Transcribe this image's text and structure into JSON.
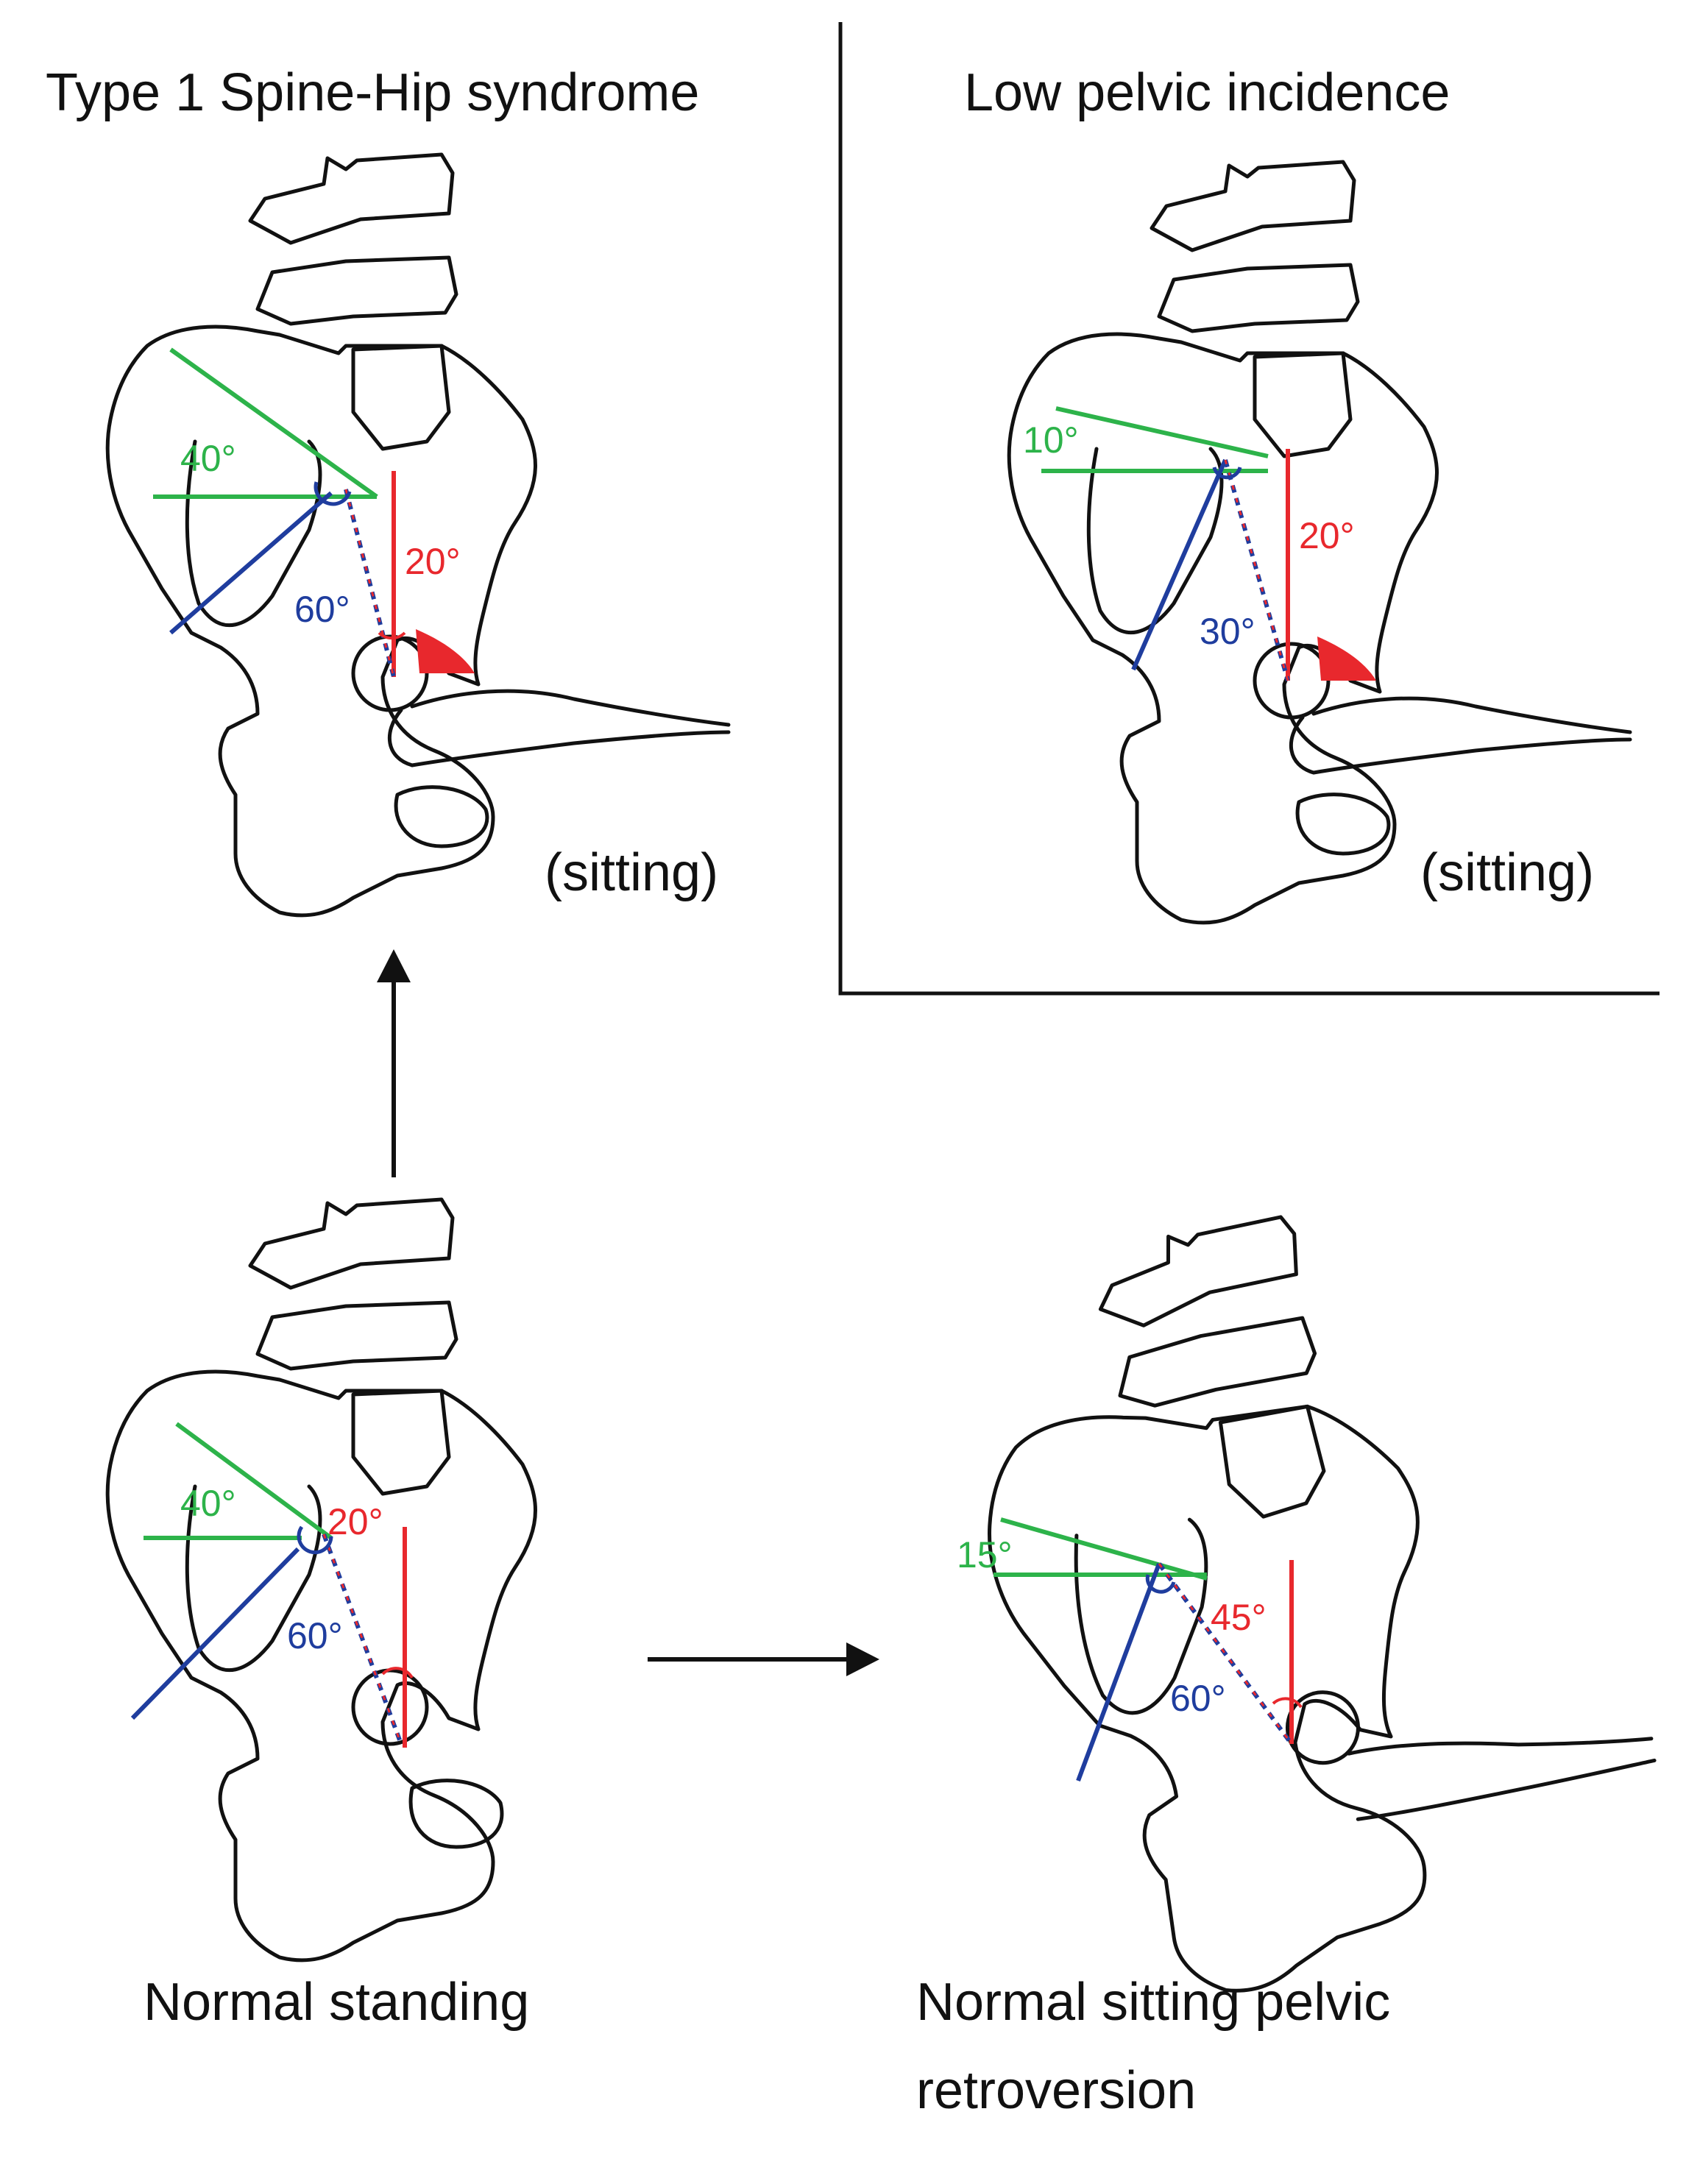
{
  "colors": {
    "sacral_slope": "#2db34a",
    "pelvic_tilt": "#e8282d",
    "pelvic_incidence": "#1f3d9e",
    "outline": "#111111"
  },
  "panels": {
    "type1": {
      "title": "Type 1 Spine-Hip syndrome",
      "posture": "(sitting)",
      "angle_green": "40°",
      "angle_red": "20°",
      "angle_blue": "60°"
    },
    "low_pi": {
      "title": "Low pelvic incidence",
      "posture": "(sitting)",
      "angle_green": "10°",
      "angle_red": "20°",
      "angle_blue": "30°"
    },
    "standing": {
      "caption": "Normal standing",
      "angle_green": "40°",
      "angle_red": "20°",
      "angle_blue": "60°"
    },
    "sitting": {
      "caption_line1": "Normal sitting pelvic",
      "caption_line2": "retroversion",
      "angle_green": "15°",
      "angle_red": "45°",
      "angle_blue": "60°"
    }
  }
}
